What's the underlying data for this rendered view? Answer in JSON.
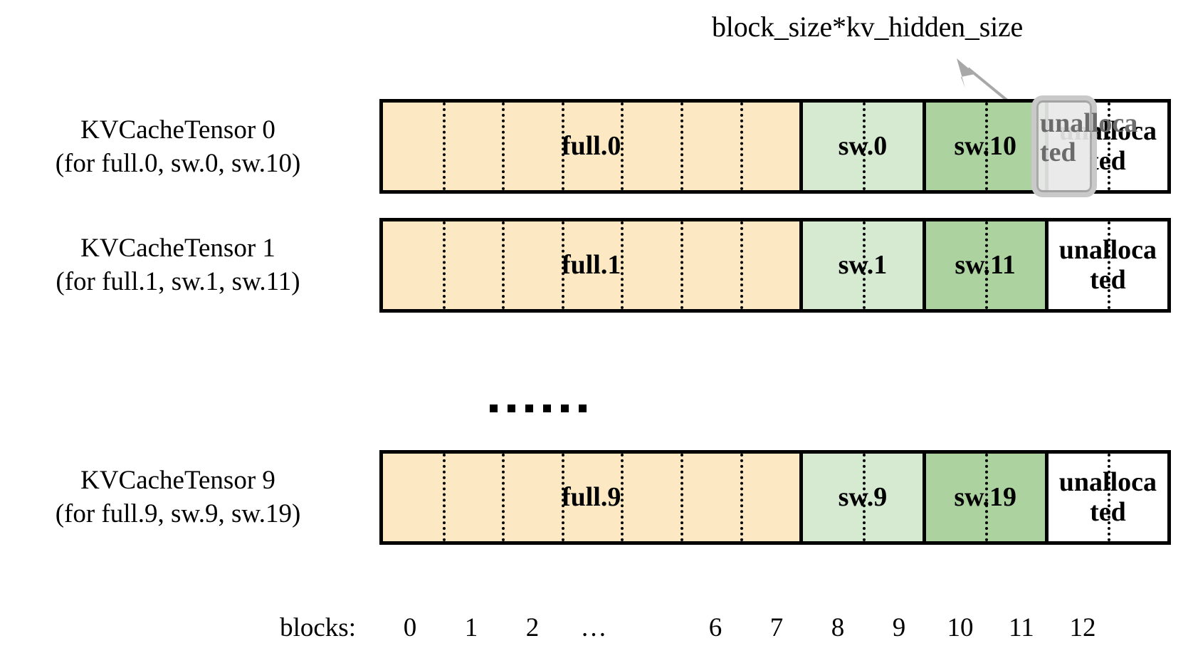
{
  "diagram": {
    "annotation": {
      "text": "block_size*kv_hidden_size",
      "arrow_icon": "arrow-up-right-icon"
    },
    "rows": [
      {
        "label_line1": "KVCacheTensor 0",
        "label_line2": "(for full.0, sw.0, sw.10)",
        "segments": [
          {
            "name": "full",
            "label": "full.0",
            "blocks": 7,
            "color": "#FCE8C3"
          },
          {
            "name": "sw-a",
            "label": "sw.0",
            "blocks": 2,
            "color": "#D6E9D1"
          },
          {
            "name": "sw-b",
            "label": "sw.10",
            "blocks": 2,
            "color": "#ACD2A0"
          },
          {
            "name": "unallocated",
            "label": "unalloca\nted",
            "blocks": 2,
            "color": "#FFFFFF"
          }
        ],
        "highlight": {
          "label": "unalloca\nted",
          "block_index": 11
        }
      },
      {
        "label_line1": "KVCacheTensor 1",
        "label_line2": "(for full.1, sw.1, sw.11)",
        "segments": [
          {
            "name": "full",
            "label": "full.1",
            "blocks": 7,
            "color": "#FCE8C3"
          },
          {
            "name": "sw-a",
            "label": "sw.1",
            "blocks": 2,
            "color": "#D6E9D1"
          },
          {
            "name": "sw-b",
            "label": "sw.11",
            "blocks": 2,
            "color": "#ACD2A0"
          },
          {
            "name": "unallocated",
            "label": "unalloca\nted",
            "blocks": 2,
            "color": "#FFFFFF"
          }
        ]
      },
      {
        "label_line1": "KVCacheTensor 9",
        "label_line2": "(for full.9, sw.9, sw.19)",
        "segments": [
          {
            "name": "full",
            "label": "full.9",
            "blocks": 7,
            "color": "#FCE8C3"
          },
          {
            "name": "sw-a",
            "label": "sw.9",
            "blocks": 2,
            "color": "#D6E9D1"
          },
          {
            "name": "sw-b",
            "label": "sw.19",
            "blocks": 2,
            "color": "#ACD2A0"
          },
          {
            "name": "unallocated",
            "label": "unalloca\nted",
            "blocks": 2,
            "color": "#FFFFFF"
          }
        ]
      }
    ],
    "ellipsis": {
      "dot_count": 6
    },
    "axis": {
      "title": "blocks:",
      "ticks": [
        "0",
        "1",
        "2",
        "…",
        "6",
        "7",
        "8",
        "9",
        "10",
        "11",
        "12"
      ]
    },
    "colors": {
      "full": "#FCE8C3",
      "sw_light": "#D6E9D1",
      "sw_dark": "#ACD2A0",
      "unallocated": "#FFFFFF",
      "border": "#000000",
      "highlight_border": "#C9C9C9",
      "highlight_fill": "#E8E8E8",
      "highlight_text": "#6B6B6B",
      "arrow": "#A8A8A8"
    }
  }
}
